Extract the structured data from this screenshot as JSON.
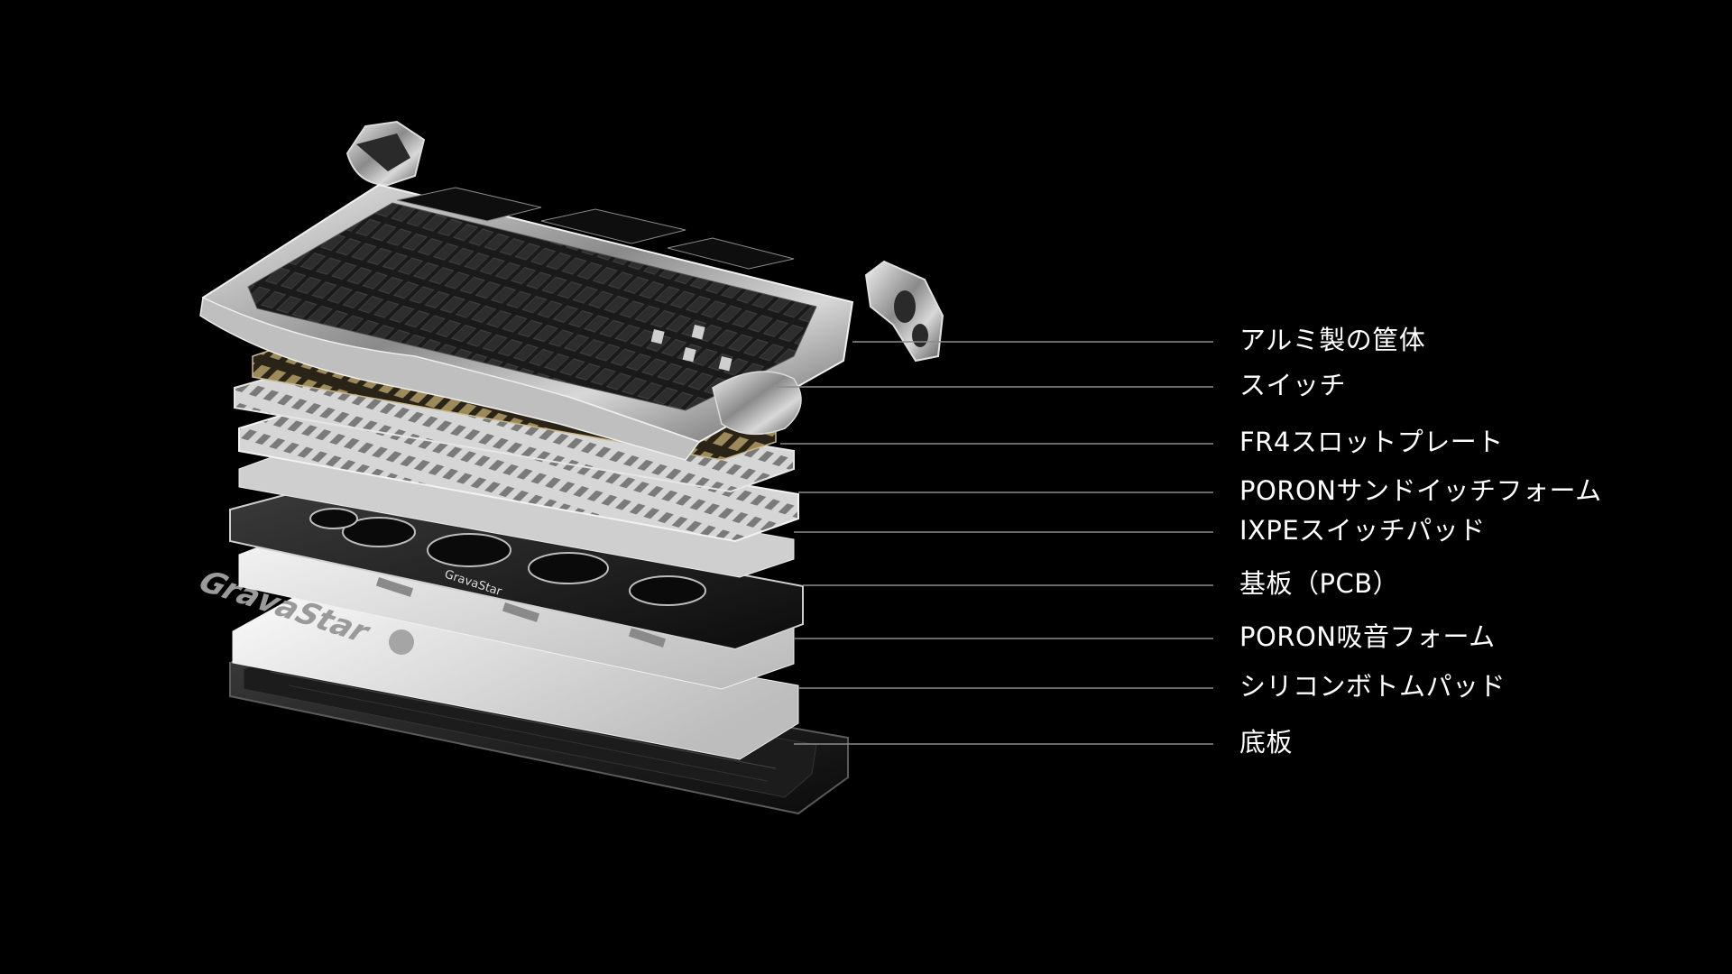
{
  "colors": {
    "background": "#000000",
    "label_text": "#ffffff",
    "leader_line": "#8c8c8c",
    "aluminum": "#c9c9c9",
    "plate_white": "#dcdcdc",
    "pcb_black": "#141414"
  },
  "brand": {
    "pcb_logo": "GravaStar",
    "foam_logo": "GravaStar"
  },
  "labels": [
    {
      "id": "aluminum-case",
      "text": "アルミ製の筐体"
    },
    {
      "id": "switches",
      "text": "スイッチ"
    },
    {
      "id": "fr4-plate",
      "text": "FR4スロットプレート"
    },
    {
      "id": "poron-sandwich-foam",
      "text": "PORONサンドイッチフォーム"
    },
    {
      "id": "ixpe-switch-pad",
      "text": "IXPEスイッチパッド"
    },
    {
      "id": "pcb",
      "text": "基板（PCB）"
    },
    {
      "id": "poron-sound-foam",
      "text": "PORON吸音フォーム"
    },
    {
      "id": "silicone-bottom-pad",
      "text": "シリコンボトムパッド"
    },
    {
      "id": "bottom-case",
      "text": "底板"
    }
  ]
}
